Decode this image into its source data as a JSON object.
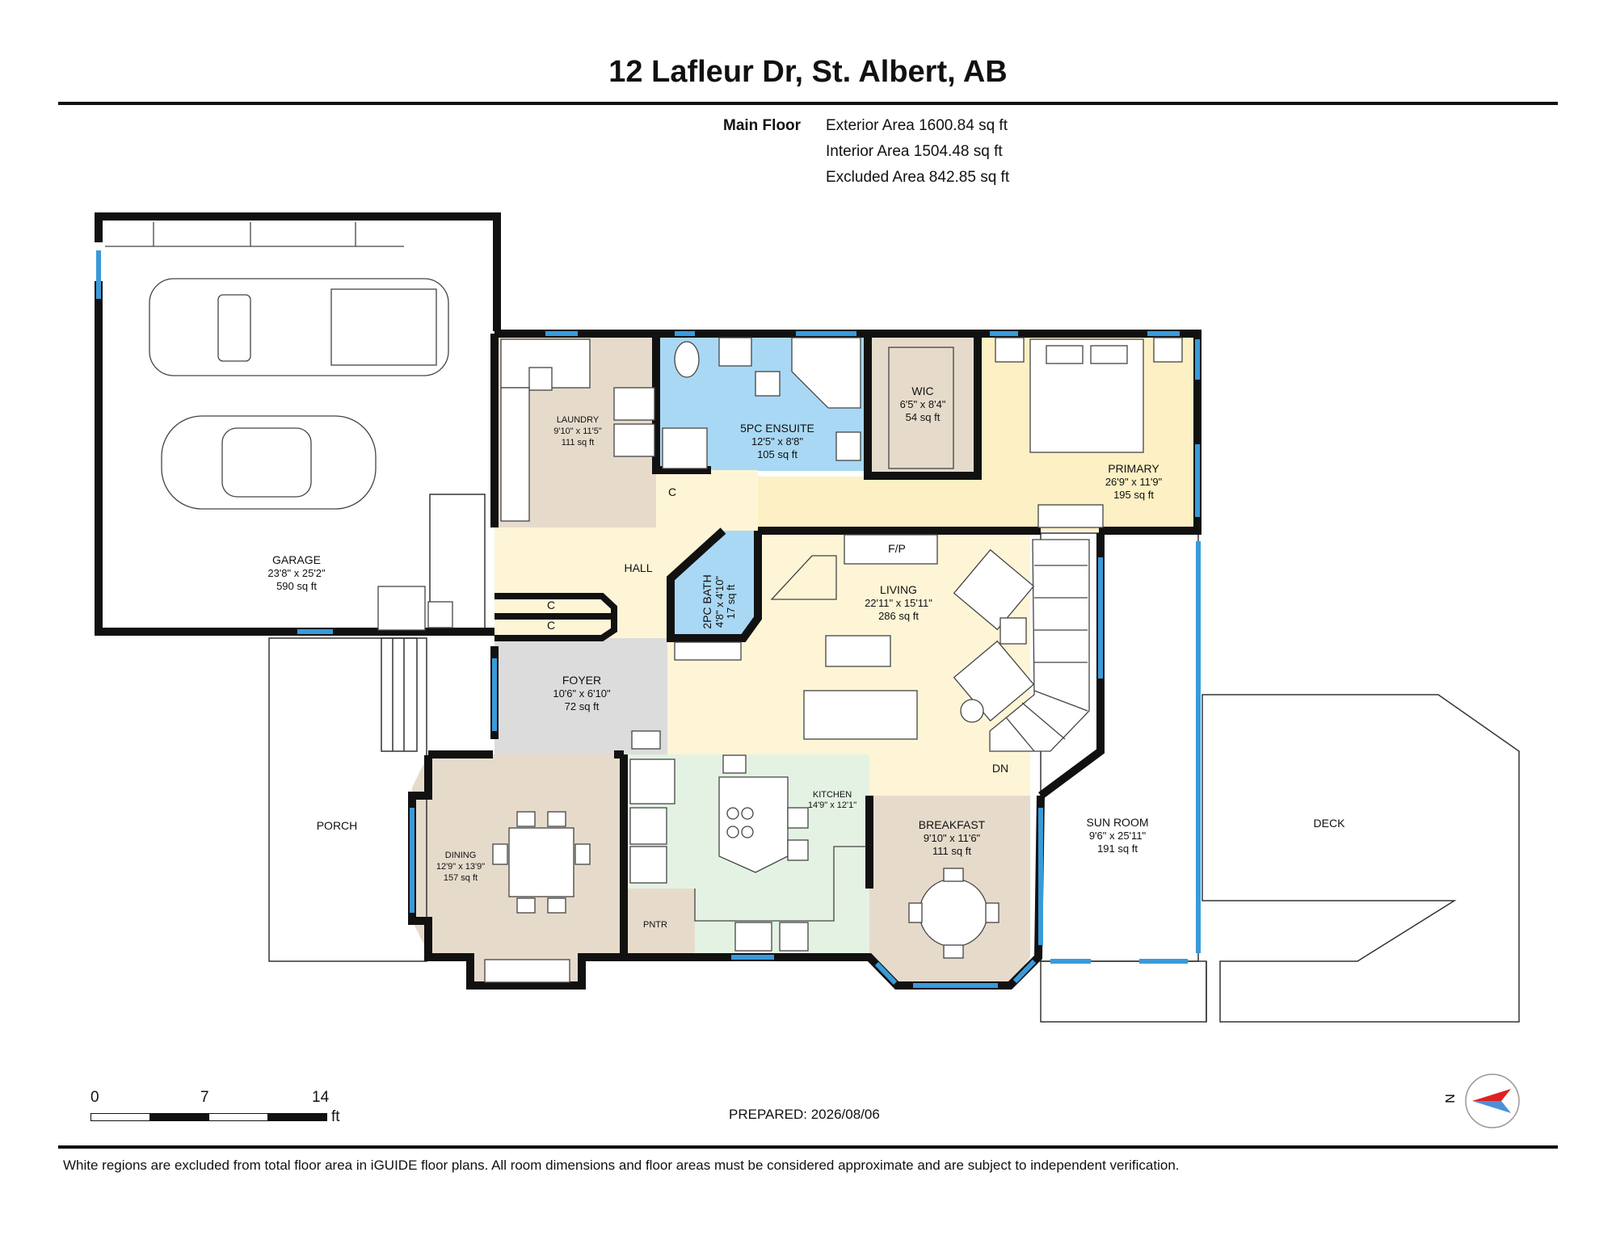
{
  "header": {
    "title": "12 Lafleur Dr, St. Albert, AB",
    "floor_label": "Main Floor",
    "exterior_area": "Exterior Area 1600.84 sq ft",
    "interior_area": "Interior Area 1504.48 sq ft",
    "excluded_area": "Excluded Area 842.85 sq ft"
  },
  "colors": {
    "wall": "#111111",
    "window": "#3a9ad9",
    "garage": "#ffffff",
    "laundry": "#e6dbcb",
    "ensuite": "#a9d8f4",
    "wic": "#e6dbcb",
    "primary": "#fdf0c4",
    "hall": "#fdf5d6",
    "living": "#fdf5d6",
    "foyer": "#dcdcdc",
    "dining": "#e6dbcb",
    "kitchen": "#e4f2e4",
    "breakfast": "#e6dbcb",
    "pantry": "#e6dbcb",
    "bath": "#a9d8f4",
    "excluded": "#ffffff",
    "compass_red": "#e02020",
    "compass_blue": "#4a90d9"
  },
  "rooms": {
    "garage": {
      "name": "GARAGE",
      "dims": "23'8\" x 25'2\"",
      "area": "590 sq ft"
    },
    "laundry": {
      "name": "LAUNDRY",
      "dims": "9'10\" x 11'5\"",
      "area": "111 sq ft"
    },
    "ensuite": {
      "name": "5PC ENSUITE",
      "dims": "12'5\" x 8'8\"",
      "area": "105 sq ft"
    },
    "wic": {
      "name": "WIC",
      "dims": "6'5\" x 8'4\"",
      "area": "54 sq ft"
    },
    "primary": {
      "name": "PRIMARY",
      "dims": "26'9\" x 11'9\"",
      "area": "195 sq ft"
    },
    "hall": {
      "name": "HALL"
    },
    "bath2": {
      "name": "2PC BATH",
      "dims": "4'8\" x 4'10\"",
      "area": "17 sq ft"
    },
    "living": {
      "name": "LIVING",
      "dims": "22'11\" x 15'11\"",
      "area": "286 sq ft"
    },
    "foyer": {
      "name": "FOYER",
      "dims": "10'6\" x 6'10\"",
      "area": "72 sq ft"
    },
    "dining": {
      "name": "DINING",
      "dims": "12'9\" x 13'9\"",
      "area": "157 sq ft"
    },
    "kitchen": {
      "name": "KITCHEN",
      "dims": "14'9\" x 12'1\""
    },
    "breakfast": {
      "name": "BREAKFAST",
      "dims": "9'10\" x 11'6\"",
      "area": "111 sq ft"
    },
    "sunroom": {
      "name": "SUN ROOM",
      "dims": "9'6\" x 25'11\"",
      "area": "191 sq ft"
    },
    "porch": {
      "name": "PORCH"
    },
    "deck": {
      "name": "DECK"
    },
    "pantry": {
      "name": "PNTR"
    }
  },
  "labels": {
    "closet": "C",
    "fireplace": "F/P",
    "stairs_down": "DN"
  },
  "scale_bar": {
    "tick0": "0",
    "tick1": "7",
    "tick2": "14",
    "unit": "ft"
  },
  "compass": {
    "label": "N"
  },
  "footer": {
    "prepared": "PREPARED: 2026/08/06",
    "disclaimer": "White regions are excluded from total floor area in iGUIDE floor plans. All room dimensions and floor areas must be considered approximate and are subject to independent verification."
  }
}
